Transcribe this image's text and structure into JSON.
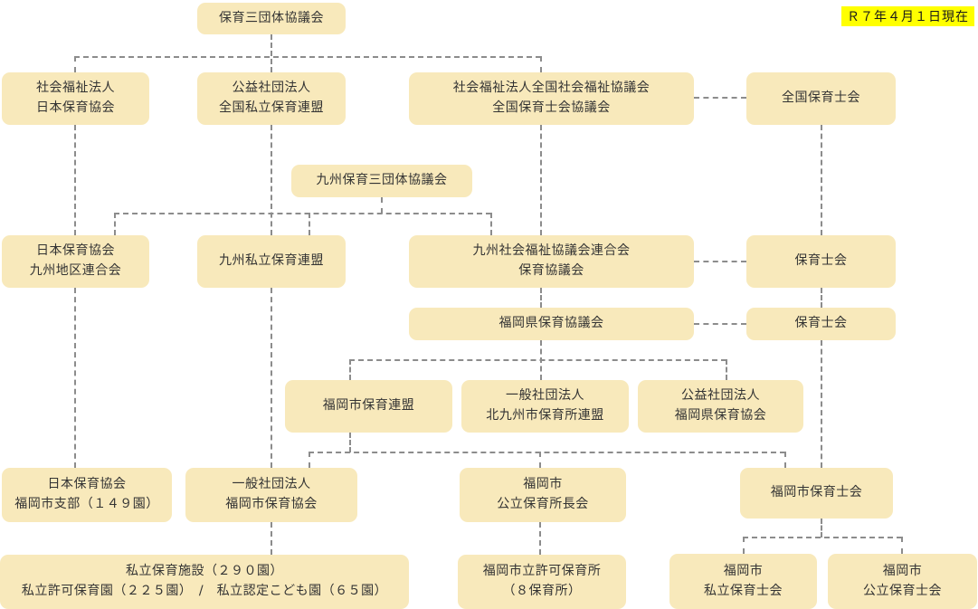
{
  "annotation": {
    "date_note": "Ｒ７年４月１日現在"
  },
  "colors": {
    "box_fill": "#f8e9bb",
    "line": "#8c8c8c",
    "highlight": "#ffff00",
    "text": "#333333",
    "background": "#ffffff"
  },
  "nodes": {
    "hoiku_sandantai": {
      "label": "保育三団体協議会"
    },
    "nihon_hoiku_kyokai": {
      "label": "社会福祉法人\n日本保育協会"
    },
    "zenkoku_shiritsu_hoiku_renmei": {
      "label": "公益社団法人\n全国私立保育連盟"
    },
    "zenkoku_shakyo_hoikushikai": {
      "label": "社会福祉法人全国社会福祉協議会\n全国保育士会協議会"
    },
    "zenkoku_hoikushikai": {
      "label": "全国保育士会"
    },
    "kyushu_hoiku_sandantai": {
      "label": "九州保育三団体協議会"
    },
    "nihonhoiku_kyushu_chiku": {
      "label": "日本保育協会\n九州地区連合会"
    },
    "kyushu_shiritsu_hoiku_renmei": {
      "label": "九州私立保育連盟"
    },
    "kyushu_shakyo_hoiku_kyogikai": {
      "label": "九州社会福祉協議会連合会\n保育協議会"
    },
    "hoikushikai_kyushu": {
      "label": "保育士会"
    },
    "fukuoka_ken_hoiku_kyogikai": {
      "label": "福岡県保育協議会"
    },
    "hoikushikai_fukuoka": {
      "label": "保育士会"
    },
    "fukuoka_shi_hoiku_renmei": {
      "label": "福岡市保育連盟"
    },
    "kitakyushu_hoikusho_renmei": {
      "label": "一般社団法人\n北九州市保育所連盟"
    },
    "fukuoka_ken_hoiku_kyokai": {
      "label": "公益社団法人\n福岡県保育協会"
    },
    "nihonhoiku_fukuoka_shibu": {
      "label": "日本保育協会\n福岡市支部（１４９園）"
    },
    "fukuoka_shi_hoiku_kyokai": {
      "label": "一般社団法人\n福岡市保育協会"
    },
    "fukuoka_koritsu_hoikusho_chokai": {
      "label": "福岡市\n公立保育所長会"
    },
    "fukuoka_shi_hoikushikai": {
      "label": "福岡市保育士会"
    },
    "shiritsu_hoiku_shisetsu": {
      "label": "私立保育施設（２９０園）\n私立許可保育園（２２５園）　/　私立認定こども園（６５園）"
    },
    "fukuoka_shiritsu_kyoka_hoikusho": {
      "label": "福岡市立許可保育所\n（８保育所）"
    },
    "fukuoka_shi_shiritsu_hoikushikai": {
      "label": "福岡市\n私立保育士会"
    },
    "fukuoka_shi_koritsu_hoikushikai": {
      "label": "福岡市\n公立保育士会"
    }
  },
  "edges": [
    {
      "from": "hoiku_sandantai",
      "to": "nihon_hoiku_kyokai",
      "type": "hierarchy"
    },
    {
      "from": "hoiku_sandantai",
      "to": "zenkoku_shiritsu_hoiku_renmei",
      "type": "hierarchy"
    },
    {
      "from": "hoiku_sandantai",
      "to": "zenkoku_shakyo_hoikushikai",
      "type": "hierarchy"
    },
    {
      "from": "zenkoku_shakyo_hoikushikai",
      "to": "zenkoku_hoikushikai",
      "type": "lateral"
    },
    {
      "from": "nihon_hoiku_kyokai",
      "to": "nihonhoiku_kyushu_chiku",
      "type": "hierarchy"
    },
    {
      "from": "zenkoku_shiritsu_hoiku_renmei",
      "to": "kyushu_shiritsu_hoiku_renmei",
      "type": "hierarchy"
    },
    {
      "from": "zenkoku_shakyo_hoikushikai",
      "to": "kyushu_shakyo_hoiku_kyogikai",
      "type": "hierarchy"
    },
    {
      "from": "zenkoku_hoikushikai",
      "to": "hoikushikai_kyushu",
      "type": "hierarchy"
    },
    {
      "from": "kyushu_hoiku_sandantai",
      "to": "nihonhoiku_kyushu_chiku",
      "type": "hierarchy"
    },
    {
      "from": "kyushu_hoiku_sandantai",
      "to": "kyushu_shiritsu_hoiku_renmei",
      "type": "hierarchy"
    },
    {
      "from": "kyushu_hoiku_sandantai",
      "to": "kyushu_shakyo_hoiku_kyogikai",
      "type": "hierarchy"
    },
    {
      "from": "kyushu_shakyo_hoiku_kyogikai",
      "to": "hoikushikai_kyushu",
      "type": "lateral"
    },
    {
      "from": "kyushu_shakyo_hoiku_kyogikai",
      "to": "fukuoka_ken_hoiku_kyogikai",
      "type": "hierarchy"
    },
    {
      "from": "hoikushikai_kyushu",
      "to": "hoikushikai_fukuoka",
      "type": "hierarchy"
    },
    {
      "from": "fukuoka_ken_hoiku_kyogikai",
      "to": "hoikushikai_fukuoka",
      "type": "lateral"
    },
    {
      "from": "fukuoka_ken_hoiku_kyogikai",
      "to": "fukuoka_shi_hoiku_renmei",
      "type": "hierarchy"
    },
    {
      "from": "fukuoka_ken_hoiku_kyogikai",
      "to": "kitakyushu_hoikusho_renmei",
      "type": "hierarchy"
    },
    {
      "from": "fukuoka_ken_hoiku_kyogikai",
      "to": "fukuoka_ken_hoiku_kyokai",
      "type": "hierarchy"
    },
    {
      "from": "nihonhoiku_kyushu_chiku",
      "to": "nihonhoiku_fukuoka_shibu",
      "type": "hierarchy"
    },
    {
      "from": "kyushu_shiritsu_hoiku_renmei",
      "to": "fukuoka_shi_hoiku_kyokai",
      "type": "hierarchy"
    },
    {
      "from": "fukuoka_shi_hoiku_renmei",
      "to": "fukuoka_shi_hoiku_kyokai",
      "type": "hierarchy"
    },
    {
      "from": "fukuoka_shi_hoiku_renmei",
      "to": "fukuoka_koritsu_hoikusho_chokai",
      "type": "hierarchy"
    },
    {
      "from": "fukuoka_shi_hoiku_renmei",
      "to": "fukuoka_shi_hoikushikai",
      "type": "hierarchy"
    },
    {
      "from": "hoikushikai_fukuoka",
      "to": "fukuoka_shi_hoikushikai",
      "type": "hierarchy"
    },
    {
      "from": "fukuoka_shi_hoiku_kyokai",
      "to": "shiritsu_hoiku_shisetsu",
      "type": "hierarchy"
    },
    {
      "from": "fukuoka_koritsu_hoikusho_chokai",
      "to": "fukuoka_shiritsu_kyoka_hoikusho",
      "type": "hierarchy"
    },
    {
      "from": "fukuoka_shi_hoikushikai",
      "to": "fukuoka_shi_shiritsu_hoikushikai",
      "type": "hierarchy"
    },
    {
      "from": "fukuoka_shi_hoikushikai",
      "to": "fukuoka_shi_koritsu_hoikushikai",
      "type": "hierarchy"
    }
  ]
}
